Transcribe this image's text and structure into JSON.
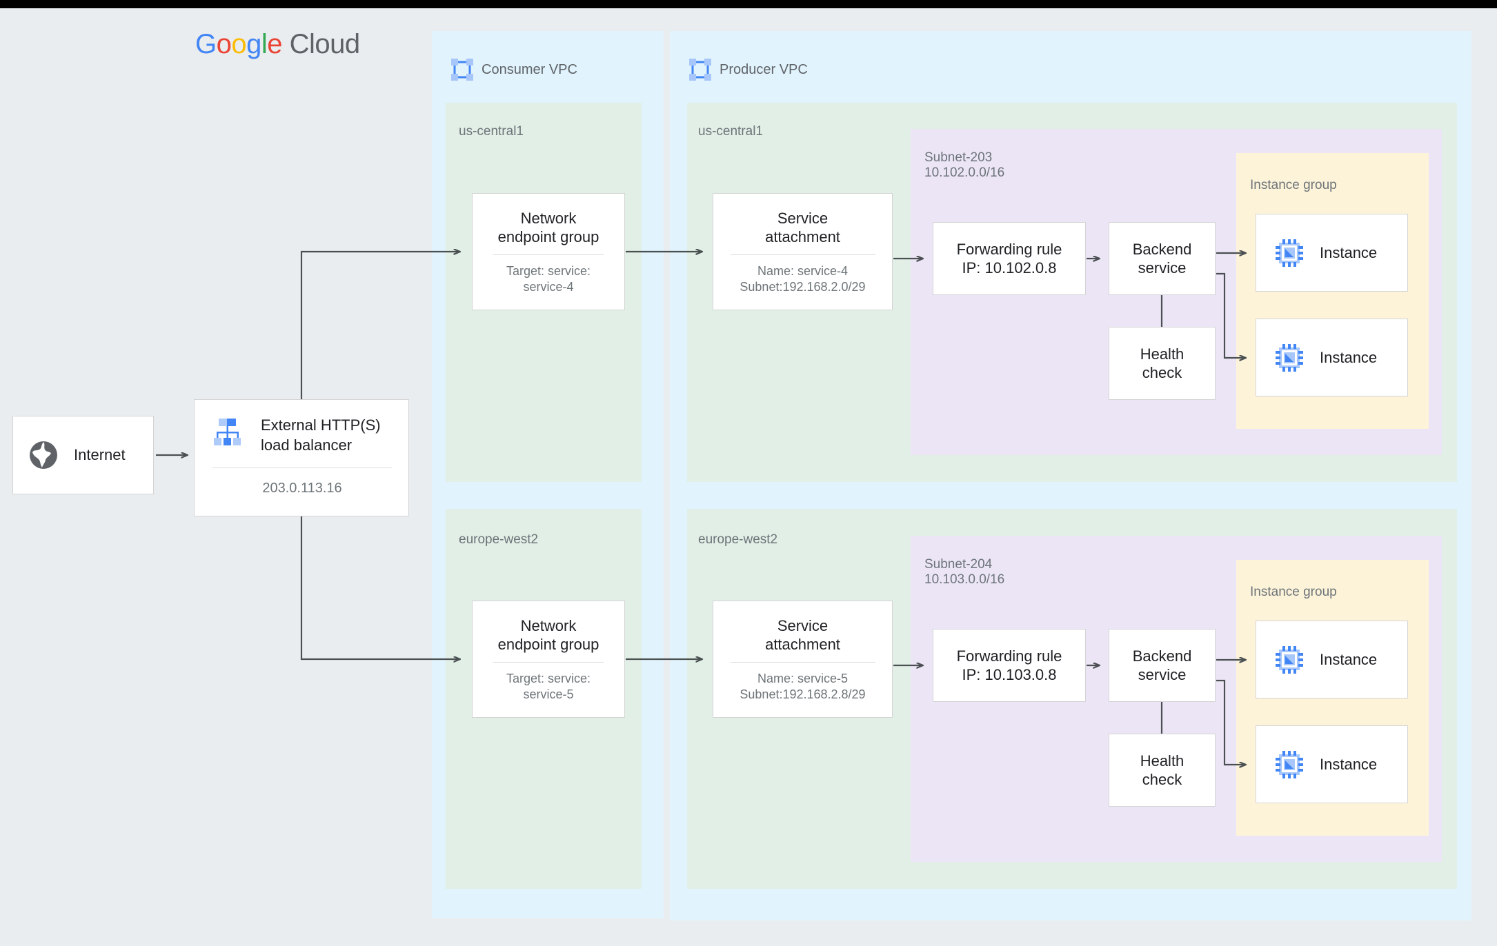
{
  "branding": {
    "logo_google": "Google",
    "logo_cloud": "Cloud"
  },
  "entities": {
    "internet": {
      "label": "Internet",
      "icon": "globe-icon"
    },
    "load_balancer": {
      "title": "External HTTP(S)\nload balancer",
      "ip": "203.0.113.16",
      "icon": "load-balancer-icon"
    }
  },
  "vpcs": [
    {
      "name": "Consumer VPC",
      "icon": "vpc-icon",
      "regions": [
        {
          "name": "us-central1",
          "nodes": [
            {
              "kind": "network-endpoint-group",
              "title": "Network\nendpoint group",
              "sub": "Target: service:\nservice-4"
            }
          ]
        },
        {
          "name": "europe-west2",
          "nodes": [
            {
              "kind": "network-endpoint-group",
              "title": "Network\nendpoint group",
              "sub": "Target: service:\nservice-5"
            }
          ]
        }
      ]
    },
    {
      "name": "Producer VPC",
      "icon": "vpc-icon",
      "regions": [
        {
          "name": "us-central1",
          "service_attachment": {
            "title": "Service\nattachment",
            "sub": "Name: service-4\nSubnet:192.168.2.0/29"
          },
          "subnet": {
            "name": "Subnet-203",
            "cidr": "10.102.0.0/16",
            "forwarding_rule": {
              "title": "Forwarding rule\nIP: 10.102.0.8"
            },
            "backend_service": {
              "title": "Backend\nservice"
            },
            "health_check": {
              "title": "Health\ncheck"
            },
            "instance_group": {
              "label": "Instance group",
              "instances": [
                {
                  "label": "Instance",
                  "icon": "instance-chip-icon"
                },
                {
                  "label": "Instance",
                  "icon": "instance-chip-icon"
                }
              ]
            }
          }
        },
        {
          "name": "europe-west2",
          "service_attachment": {
            "title": "Service\nattachment",
            "sub": "Name: service-5\nSubnet:192.168.2.8/29"
          },
          "subnet": {
            "name": "Subnet-204",
            "cidr": "10.103.0.0/16",
            "forwarding_rule": {
              "title": "Forwarding rule\nIP: 10.103.0.8"
            },
            "backend_service": {
              "title": "Backend\nservice"
            },
            "health_check": {
              "title": "Health\ncheck"
            },
            "instance_group": {
              "label": "Instance group",
              "instances": [
                {
                  "label": "Instance",
                  "icon": "instance-chip-icon"
                },
                {
                  "label": "Instance",
                  "icon": "instance-chip-icon"
                }
              ]
            }
          }
        }
      ]
    }
  ],
  "colors": {
    "page_bg": "#eaedef",
    "vpc_bg": "#e1f3fc",
    "region_bg": "#e1efe6",
    "subnet_bg": "#ece5f6",
    "instance_group_bg": "#fdf3d9",
    "node_bg": "#ffffff",
    "connector": "#4a4f52",
    "accent_blue": "#669df6",
    "text_primary": "#202124",
    "text_secondary": "#6e7579"
  }
}
